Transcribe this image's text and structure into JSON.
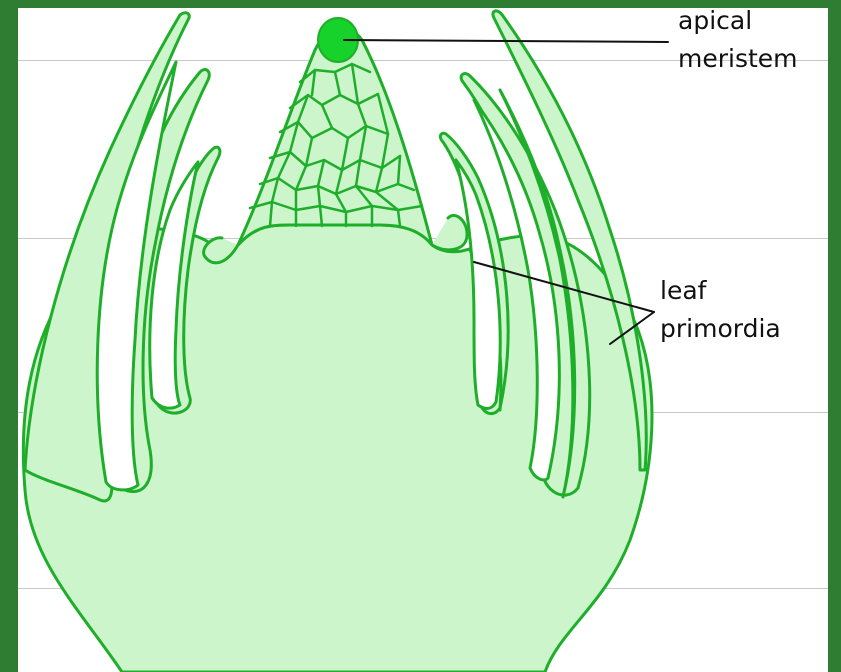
{
  "diagram": {
    "labels": {
      "apical_line1": "apical",
      "apical_line2": "meristem",
      "leaf_line1": "leaf",
      "leaf_line2": "primordia"
    },
    "colors": {
      "frame": "#2f7d32",
      "fill": "#ccf5cc",
      "outline": "#1fae2a",
      "meristem_dot": "#16d22a",
      "leader": "#111111"
    }
  }
}
